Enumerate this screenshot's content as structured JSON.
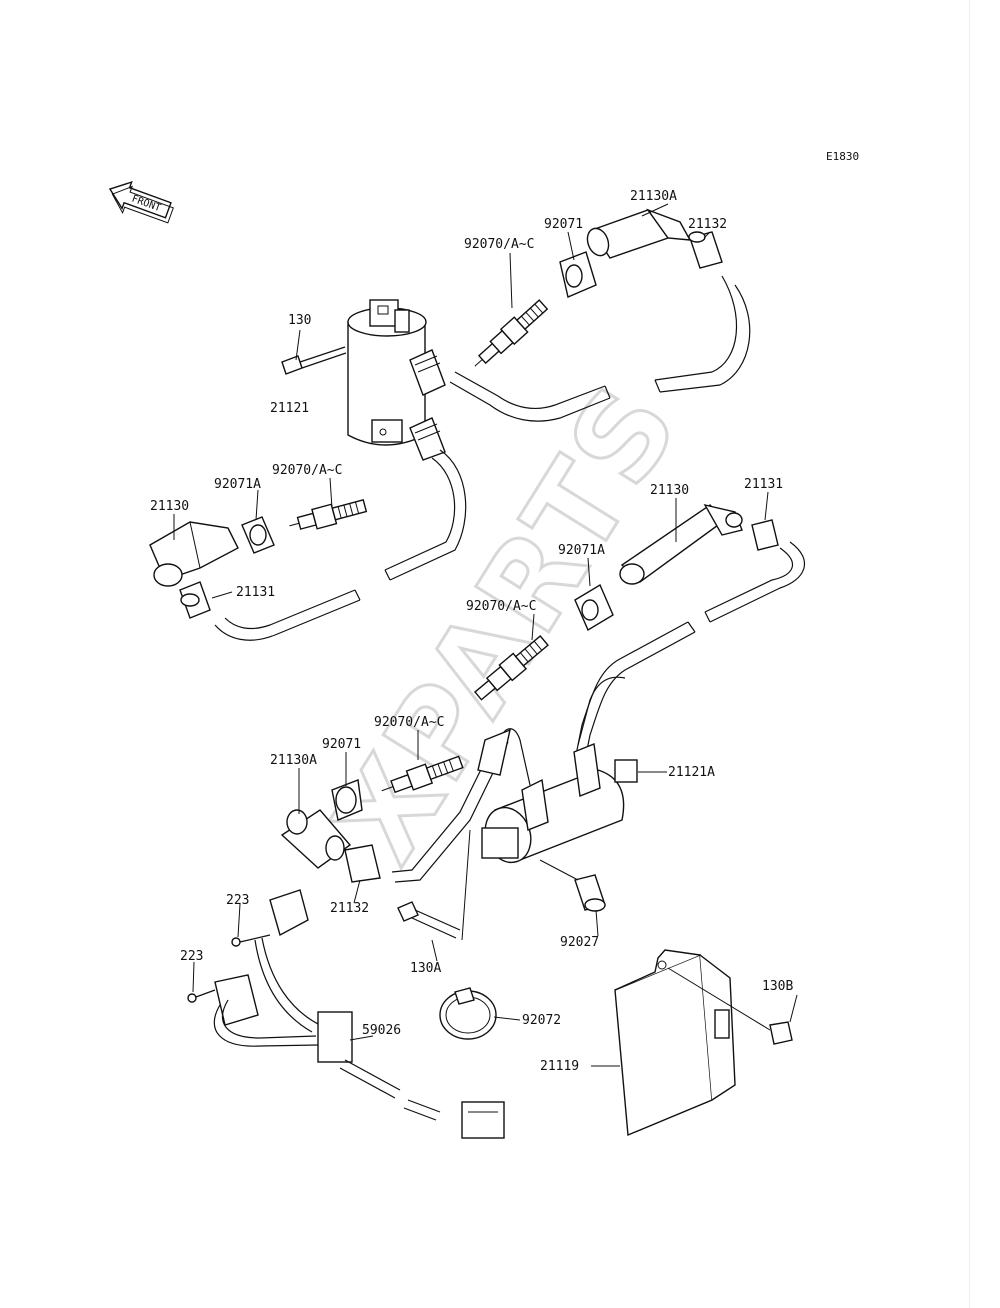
{
  "diagram": {
    "code": "E1830",
    "front_label": "FRONT",
    "watermark": "XPARTS",
    "parts": [
      {
        "id": "p-21130A-top",
        "label": "21130A"
      },
      {
        "id": "p-21132-top",
        "label": "21132"
      },
      {
        "id": "p-92071-top",
        "label": "92071"
      },
      {
        "id": "p-92070-top",
        "label": "92070/A~C"
      },
      {
        "id": "p-130",
        "label": "130"
      },
      {
        "id": "p-21121",
        "label": "21121"
      },
      {
        "id": "p-92070-left",
        "label": "92070/A~C"
      },
      {
        "id": "p-92071A-left",
        "label": "92071A"
      },
      {
        "id": "p-21130-left",
        "label": "21130"
      },
      {
        "id": "p-21131-left",
        "label": "21131"
      },
      {
        "id": "p-21130-right",
        "label": "21130"
      },
      {
        "id": "p-21131-right",
        "label": "21131"
      },
      {
        "id": "p-92071A-right",
        "label": "92071A"
      },
      {
        "id": "p-92070-right",
        "label": "92070/A~C"
      },
      {
        "id": "p-92070-bottom",
        "label": "92070/A~C"
      },
      {
        "id": "p-92071-bottom",
        "label": "92071"
      },
      {
        "id": "p-21130A-bottom",
        "label": "21130A"
      },
      {
        "id": "p-21121A",
        "label": "21121A"
      },
      {
        "id": "p-21132-bottom",
        "label": "21132"
      },
      {
        "id": "p-223-a",
        "label": "223"
      },
      {
        "id": "p-223-b",
        "label": "223"
      },
      {
        "id": "p-130A",
        "label": "130A"
      },
      {
        "id": "p-92027",
        "label": "92027"
      },
      {
        "id": "p-130B",
        "label": "130B"
      },
      {
        "id": "p-92072",
        "label": "92072"
      },
      {
        "id": "p-59026",
        "label": "59026"
      },
      {
        "id": "p-21119",
        "label": "21119"
      }
    ]
  }
}
